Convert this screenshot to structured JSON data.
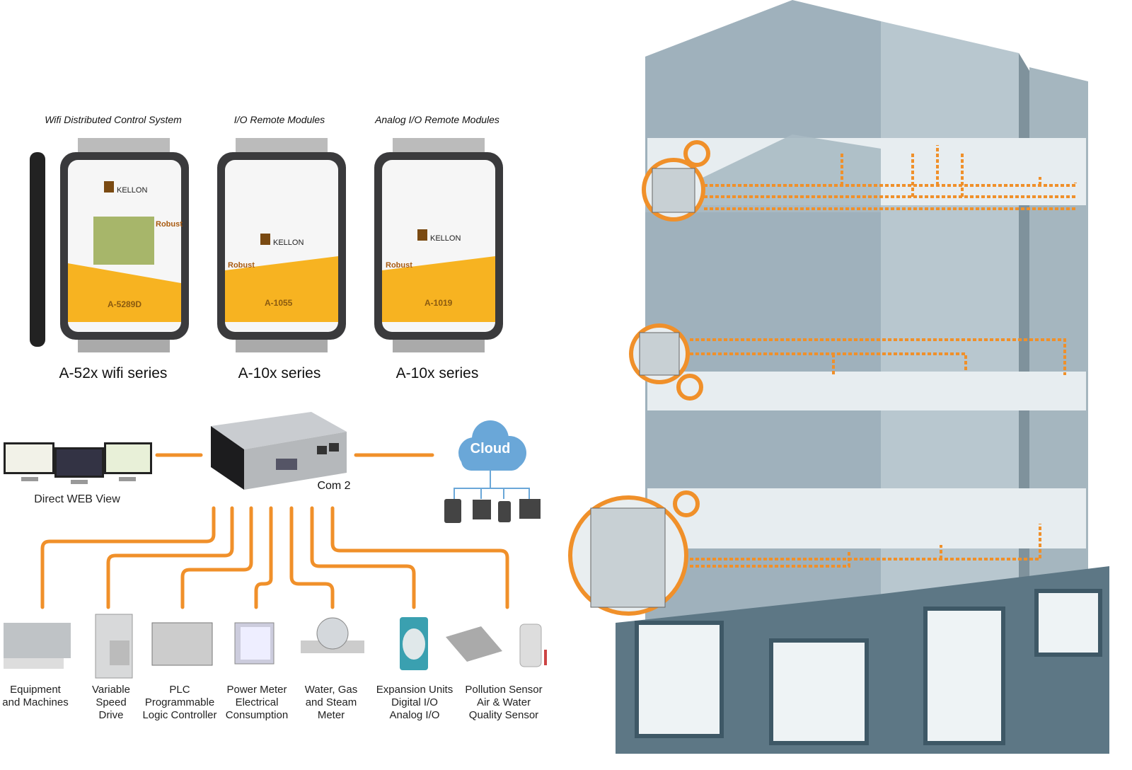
{
  "modules": [
    {
      "section_title": "Wifi Distributed Control System",
      "model": "A-5289D",
      "series": "A-52x wifi series",
      "brand": "KELLON",
      "badge": "Robust"
    },
    {
      "section_title": "I/O Remote Modules",
      "model": "A-1055",
      "series": "A-10x series",
      "brand": "KELLON",
      "badge": "Robust"
    },
    {
      "section_title": "Analog I/O Remote Modules",
      "model": "A-1019",
      "series": "A-10x series",
      "brand": "KELLON",
      "badge": "Robust"
    }
  ],
  "web_view": {
    "label": "Direct WEB View"
  },
  "gateway": {
    "port_label": "Com 2"
  },
  "cloud": {
    "label": "Cloud"
  },
  "devices": [
    {
      "lines": [
        "Equipment",
        "and Machines"
      ]
    },
    {
      "lines": [
        "Variable",
        "Speed",
        "Drive"
      ]
    },
    {
      "lines": [
        "PLC",
        "Programmable",
        "Logic Controller"
      ]
    },
    {
      "lines": [
        "Power Meter",
        "Electrical",
        "Consumption"
      ]
    },
    {
      "lines": [
        "Water, Gas",
        "and Steam",
        "Meter"
      ]
    },
    {
      "lines": [
        "Expansion Units",
        "Digital I/O",
        "Analog I/O"
      ]
    },
    {
      "lines": [
        "Pollution Sensor",
        "Air & Water",
        "Quality Sensor"
      ]
    }
  ],
  "colors": {
    "accent_orange": "#f0902a",
    "module_yellow": "#f7b321",
    "cloud_blue": "#6aa7d8",
    "building_grey": "#8fa3ae"
  }
}
